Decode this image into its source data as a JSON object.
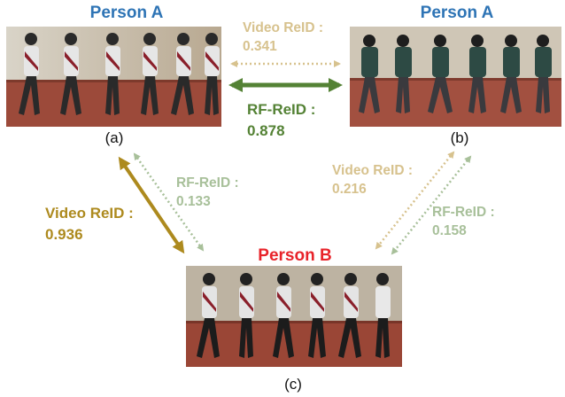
{
  "colors": {
    "blue_title": "#2e74b5",
    "red_title": "#e8232a",
    "video_light": "#d7c28e",
    "rf_light": "#a8c09a",
    "rf_strong": "#548235",
    "video_strong": "#ad8a1e"
  },
  "panels": {
    "a": {
      "title": "Person A",
      "caption": "(a)",
      "image_icon": "walking-sequence-image"
    },
    "b": {
      "title": "Person A",
      "caption": "(b)",
      "image_icon": "walking-sequence-image"
    },
    "c": {
      "title": "Person B",
      "caption": "(c)",
      "image_icon": "walking-sequence-image"
    }
  },
  "edges": {
    "ab_video": {
      "label": "Video ReID :",
      "score": "0.341"
    },
    "ab_rf": {
      "label": "RF-ReID :",
      "score": "0.878"
    },
    "ac_rf": {
      "label": "RF-ReID :",
      "score": "0.133"
    },
    "ac_video": {
      "label": "Video ReID :",
      "score": "0.936"
    },
    "bc_video": {
      "label": "Video ReID :",
      "score": "0.216"
    },
    "bc_rf": {
      "label": "RF-ReID :",
      "score": "0.158"
    }
  }
}
